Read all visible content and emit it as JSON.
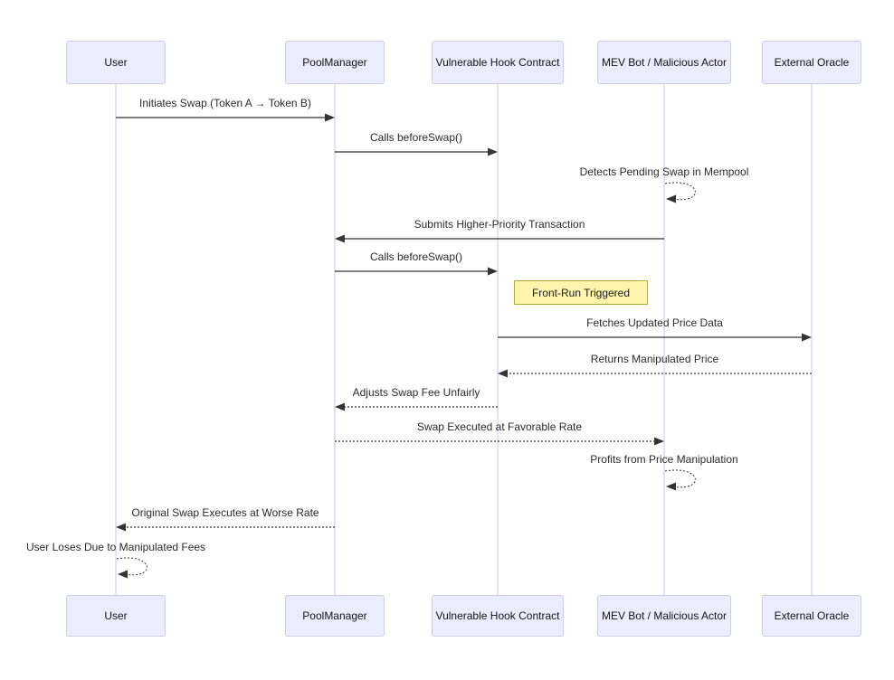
{
  "diagram_type": "sequence-diagram",
  "participants": [
    {
      "name": "User"
    },
    {
      "name": "PoolManager"
    },
    {
      "name": "Vulnerable Hook Contract"
    },
    {
      "name": "MEV Bot / Malicious Actor"
    },
    {
      "name": "External Oracle"
    }
  ],
  "messages": [
    {
      "text": "Initiates Swap (Token A → Token B)",
      "from": 0,
      "to": 1,
      "line": "solid"
    },
    {
      "text": "Calls beforeSwap()",
      "from": 1,
      "to": 2,
      "line": "solid"
    },
    {
      "text": "Detects Pending Swap in Mempool",
      "from": 3,
      "to": 3,
      "line": "self"
    },
    {
      "text": "Submits Higher-Priority Transaction",
      "from": 3,
      "to": 1,
      "line": "solid"
    },
    {
      "text": "Calls beforeSwap()",
      "from": 1,
      "to": 2,
      "line": "solid"
    },
    {
      "text": "Front-Run Triggered",
      "line": "note"
    },
    {
      "text": "Fetches Updated Price Data",
      "from": 2,
      "to": 4,
      "line": "solid"
    },
    {
      "text": "Returns Manipulated Price",
      "from": 4,
      "to": 2,
      "line": "dotted"
    },
    {
      "text": "Adjusts Swap Fee Unfairly",
      "from": 2,
      "to": 1,
      "line": "dotted"
    },
    {
      "text": "Swap Executed at Favorable Rate",
      "from": 1,
      "to": 3,
      "line": "dotted"
    },
    {
      "text": "Profits from Price Manipulation",
      "from": 3,
      "to": 3,
      "line": "self"
    },
    {
      "text": "Original Swap Executes at Worse Rate",
      "from": 1,
      "to": 0,
      "line": "dotted"
    },
    {
      "text": "User Loses Due to Manipulated Fees",
      "from": 0,
      "to": 0,
      "line": "self"
    }
  ],
  "colors": {
    "actor_fill": "#ECECFF",
    "actor_border": "#CFCCE8",
    "lifeline": "#CCC5EC",
    "line": "#333333",
    "note_fill": "#FFF5AD",
    "note_border": "#AAAA33"
  }
}
